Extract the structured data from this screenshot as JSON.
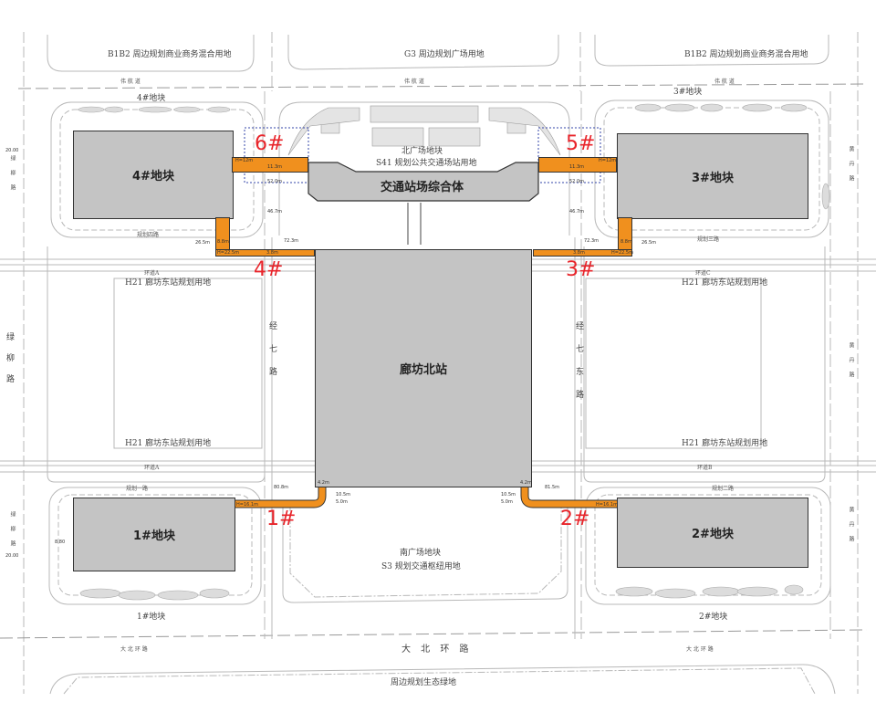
{
  "colors": {
    "building_fill": "#c4c4c4",
    "bridge_fill": "#f0901e",
    "tag_red": "#e8242a",
    "line_gray": "#9a9a9a",
    "focus_box_blue": "#3344aa"
  },
  "top_parcels": {
    "left": "B1B2 周边规划商业商务混合用地",
    "center": "G3 周边规划广场用地",
    "right": "B1B2 周边规划商业商务混合用地"
  },
  "top_roads": {
    "left": "伟 航 道",
    "center": "伟 航 道",
    "right": "伟 航 道"
  },
  "plots": {
    "p4_caption": "4#地块",
    "p3_caption": "3#地块",
    "p1_caption": "1#地块",
    "p2_caption": "2#地块"
  },
  "buildings": {
    "b4": "4#地块",
    "b3": "3#地块",
    "b1": "1#地块",
    "b2": "2#地块",
    "transport_hub": "交通站场综合体",
    "station": "廊坊北站"
  },
  "north_plaza": {
    "line1": "北广场地块",
    "line2": "S41 规划公共交通场站用地"
  },
  "south_plaza": {
    "line1": "南广场地块",
    "line2": "S3 规划交通枢纽用地"
  },
  "h21": {
    "tl": "H21 廊坊东站规划用地",
    "tr": "H21 廊坊东站规划用地",
    "bl": "H21 廊坊东站规划用地",
    "br": "H21 廊坊东站规划用地"
  },
  "roads": {
    "left_main": "绿柳路",
    "left_small_top": "绿柳路",
    "left_small_bottom": "绿柳路",
    "west_inner": "经七路",
    "east_inner": "经七东路",
    "right_top": "黄丹路",
    "right_mid": "黄丹路",
    "right_bottom": "黄丹路",
    "south_main": "大 北 环 路",
    "south_left": "大 北 环 路",
    "south_right": "大 北 环 路",
    "planned_left": "规划四路",
    "planned_right": "规划三路",
    "planned_sw": "规划一路",
    "planned_se": "规划二路",
    "ring_a": "环道A",
    "ring_b": "环道B",
    "ring_c": "环道C"
  },
  "bottom_parcel": "周边规划生态绿地",
  "bridge_tags": [
    "1#",
    "2#",
    "3#",
    "4#",
    "5#",
    "6#"
  ],
  "dimensions": {
    "d_h12m_left": "H=12m",
    "d_h12m_right": "H=12m",
    "d_11_3_left": "11.3m",
    "d_11_3_right": "11.3m",
    "d_52_left": "52.0m",
    "d_52_right": "52.0m",
    "d_46_7_left": "46.7m",
    "d_46_7_right": "46.7m",
    "d_72_3_left": "72.3m",
    "d_72_3_right": "72.3m",
    "d_8_8_left": "8.8m",
    "d_8_8_right": "8.8m",
    "d_26_5_left": "26.5m",
    "d_26_5_right": "26.5m",
    "d_h22_5_left": "H=22.5m",
    "d_h22_5_right": "H=22.5m",
    "d_3_8_left": "3.8m",
    "d_3_8_right": "3.8m",
    "d_80_8": "80.8m",
    "d_81_5": "81.5m",
    "d_4_2_left": "4.2m",
    "d_4_2_right": "4.2m",
    "d_10_5_left": "10.5m",
    "d_10_5_right": "10.5m",
    "d_5_0_left": "5.0m",
    "d_5_0_right": "5.0m",
    "d_h16_left": "H=16.1m",
    "d_h16_right": "H=16.1m",
    "elev_20_top": "20.00",
    "elev_20_bottom": "20.00",
    "elev_8_80": "8.80"
  }
}
